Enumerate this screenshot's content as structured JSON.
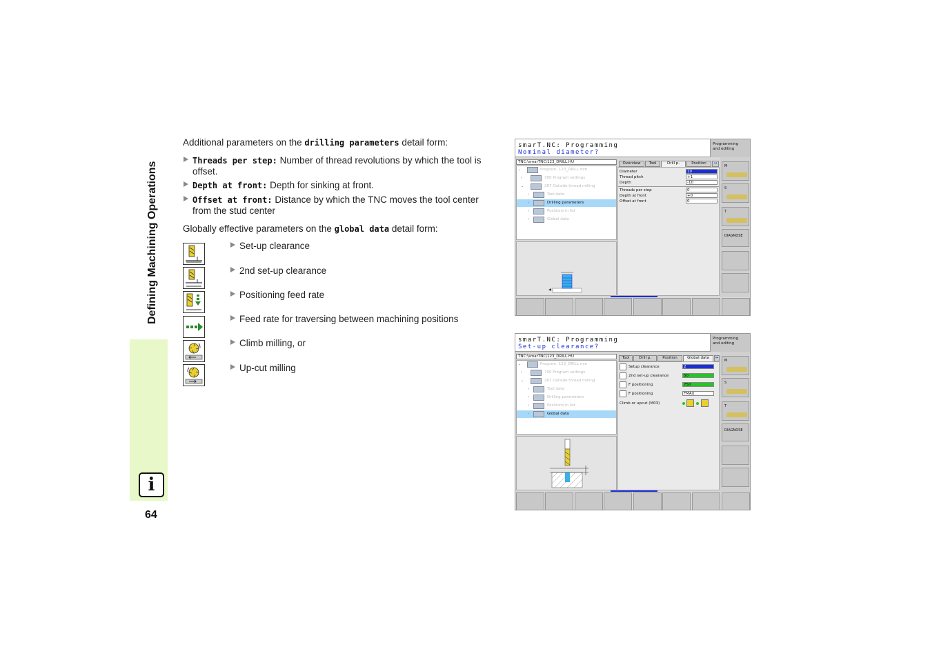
{
  "sidebar": {
    "title": "Defining Machining Operations",
    "info_icon": "info-i-icon",
    "page_number": "64"
  },
  "intro1": {
    "prefix": "Additional parameters on the ",
    "code": "drilling parameters",
    "suffix": " detail form:"
  },
  "params": [
    {
      "code": "Threads per step:",
      "text": " Number of thread revolutions by which the tool is",
      "text2": "offset."
    },
    {
      "code": "Depth at front:",
      "text": " Depth for sinking at front."
    },
    {
      "code": "Offset at front:",
      "text": " Distance by which the TNC moves the tool center",
      "text2": "from the stud center"
    }
  ],
  "intro2": {
    "prefix": "Globally effective parameters on the ",
    "code": "global data",
    "suffix": " detail form:"
  },
  "global_params": [
    {
      "label": "Set-up clearance",
      "icon": "setup-clearance-icon"
    },
    {
      "label": "2nd set-up clearance",
      "icon": "second-setup-clearance-icon"
    },
    {
      "label": "Positioning feed rate",
      "icon": "positioning-feed-icon"
    },
    {
      "label": "Feed rate for traversing between machining positions",
      "icon": "traverse-feed-icon"
    },
    {
      "label": "Climb milling, or",
      "icon": "climb-milling-icon"
    },
    {
      "label": "Up-cut milling",
      "icon": "upcut-milling-icon"
    }
  ],
  "screen1": {
    "title": "smarT.NC: Programming",
    "prompt": "Nominal diameter?",
    "mode": [
      "Programming",
      "and editing"
    ],
    "path": "TNC:\\smarTNC\\123_DRILL.HU",
    "tree": [
      {
        "mark": "⌄",
        "label": "Program: 123_DRILL mm"
      },
      {
        "mark": "›",
        "label": "700 Program settings"
      },
      {
        "mark": "⌄",
        "label": "267 Outside thread milling"
      },
      {
        "mark": "›",
        "label": "Tool data"
      },
      {
        "mark": "›",
        "label": "Drilling parameters"
      },
      {
        "mark": "›",
        "label": "Positions in list"
      },
      {
        "mark": "›",
        "label": "Global data"
      }
    ],
    "tabs": [
      "Overview",
      "Tool",
      "Drill p.",
      "Position"
    ],
    "fields": [
      {
        "label": "Diameter",
        "value": "10"
      },
      {
        "label": "Thread pitch",
        "value": "+1"
      },
      {
        "label": "Depth",
        "value": "-10"
      },
      {
        "label": "Threads per step",
        "value": "0"
      },
      {
        "label": "Depth at front",
        "value": "+0"
      },
      {
        "label": "Offset at front",
        "value": "0"
      }
    ],
    "softkeys": [
      "M",
      "S",
      "T",
      "DIAGNOSE"
    ]
  },
  "screen2": {
    "title": "smarT.NC: Programming",
    "prompt": "Set-up clearance?",
    "mode": [
      "Programming",
      "and editing"
    ],
    "path": "TNC:\\smarTNC\\123_DRILL.HU",
    "tree": [
      {
        "mark": "⌄",
        "label": "Program: 123_DRILL mm"
      },
      {
        "mark": "›",
        "label": "700 Program settings"
      },
      {
        "mark": "⌄",
        "label": "267 Outside thread milling"
      },
      {
        "mark": "›",
        "label": "Tool data"
      },
      {
        "mark": "›",
        "label": "Drilling parameters"
      },
      {
        "mark": "›",
        "label": "Positions in list"
      },
      {
        "mark": "›",
        "label": "Global data"
      }
    ],
    "tabs": [
      "Tool",
      "Drill p.",
      "Position",
      "Global data"
    ],
    "fields": [
      {
        "label": "Setup clearance",
        "value": "2"
      },
      {
        "label": "2nd set-up clearance",
        "value": "50"
      },
      {
        "label": "F positioning",
        "value": "750"
      },
      {
        "label": "F positioning",
        "value": "FMAX"
      },
      {
        "label": "Climb or upcut (M03)",
        "value": ""
      }
    ],
    "softkeys": [
      "M",
      "S",
      "T",
      "DIAGNOSE"
    ]
  }
}
